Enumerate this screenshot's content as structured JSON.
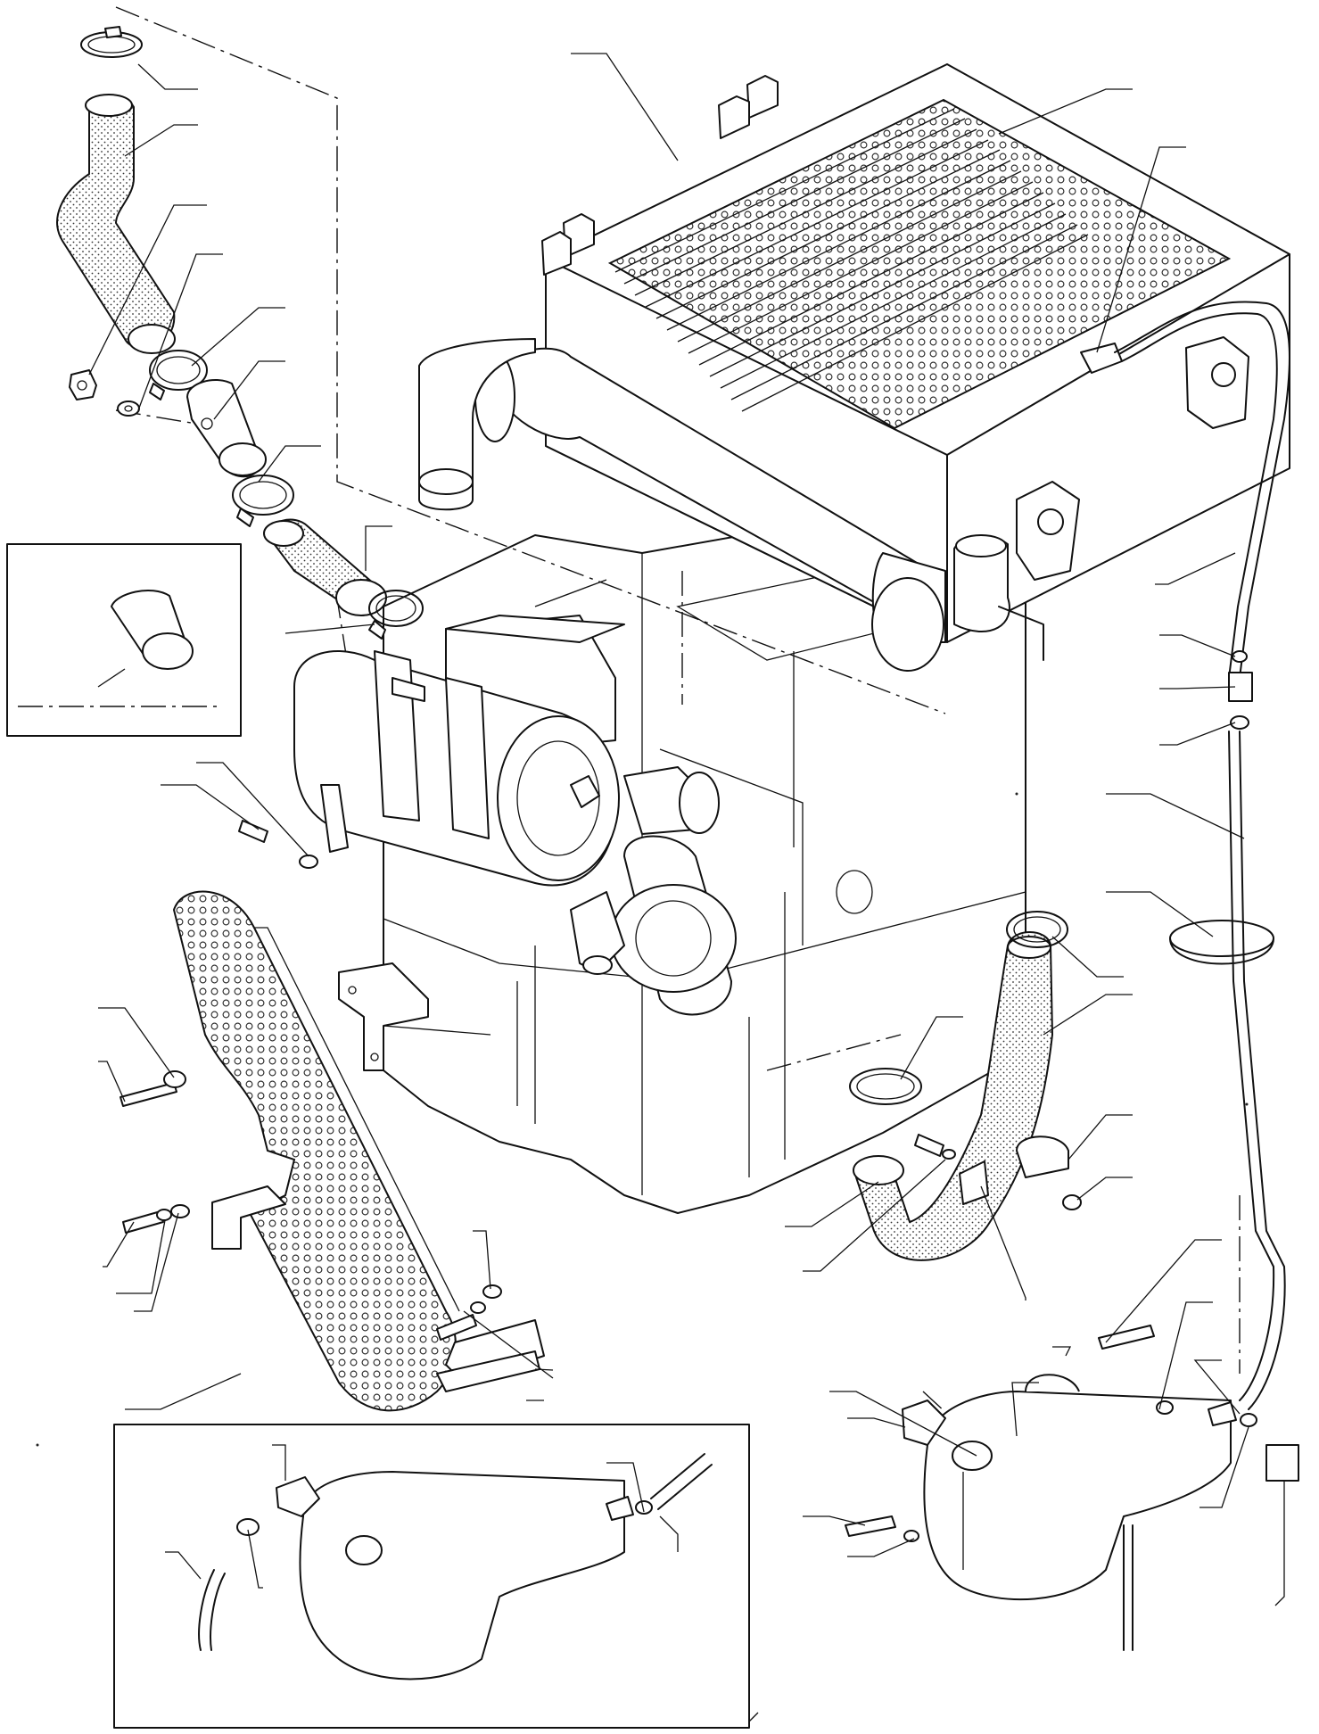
{
  "diagram": {
    "type": "exploded parts diagram",
    "colors": {
      "line": "#111111",
      "background": "#ffffff"
    },
    "parts": [
      "hose-clamp-top",
      "upper-hose",
      "temperature-sensor",
      "washer",
      "clamp",
      "hose-connector",
      "clamp-2",
      "intermediate-hose",
      "clamp-3",
      "radiator-intercooler",
      "air-cleaner",
      "guard-panel",
      "bracket",
      "lower-hose",
      "expansion-tank",
      "overflow-tube"
    ],
    "callout_leader_count": 60
  }
}
